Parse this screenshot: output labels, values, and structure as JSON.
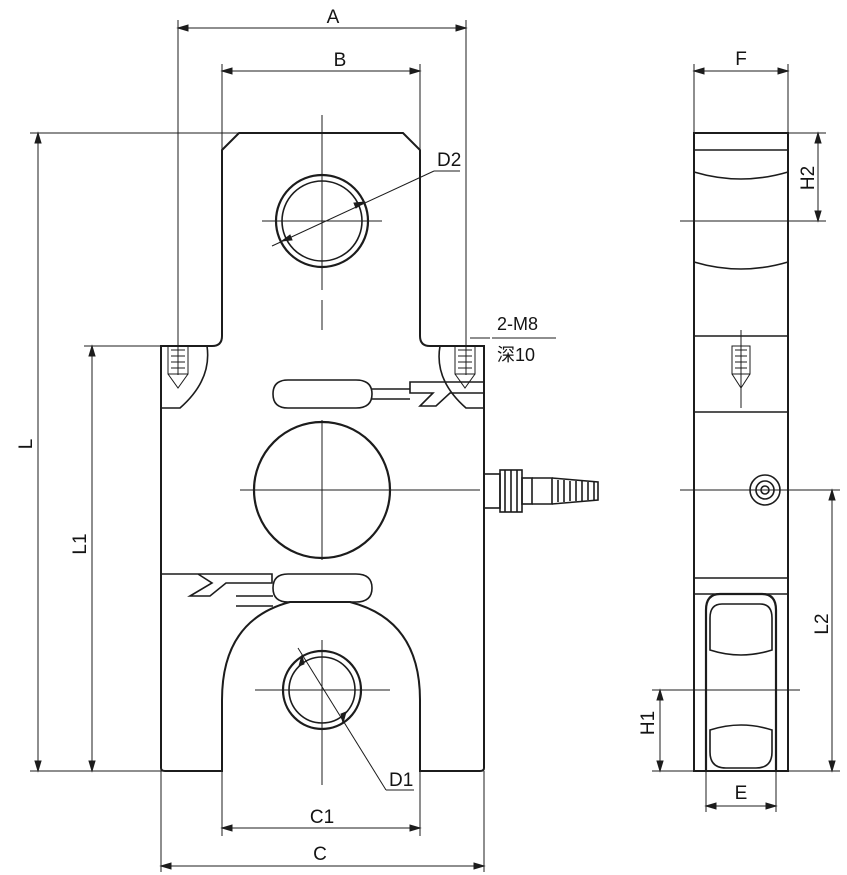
{
  "drawing": {
    "dimension_labels": {
      "A": "A",
      "B": "B",
      "C": "C",
      "C1": "C1",
      "D1": "D1",
      "D2": "D2",
      "L": "L",
      "L1": "L1",
      "L2": "L2",
      "F": "F",
      "E": "E",
      "H1": "H1",
      "H2": "H2"
    },
    "thread_note": {
      "spec": "2-M8",
      "depth": "深10"
    }
  }
}
